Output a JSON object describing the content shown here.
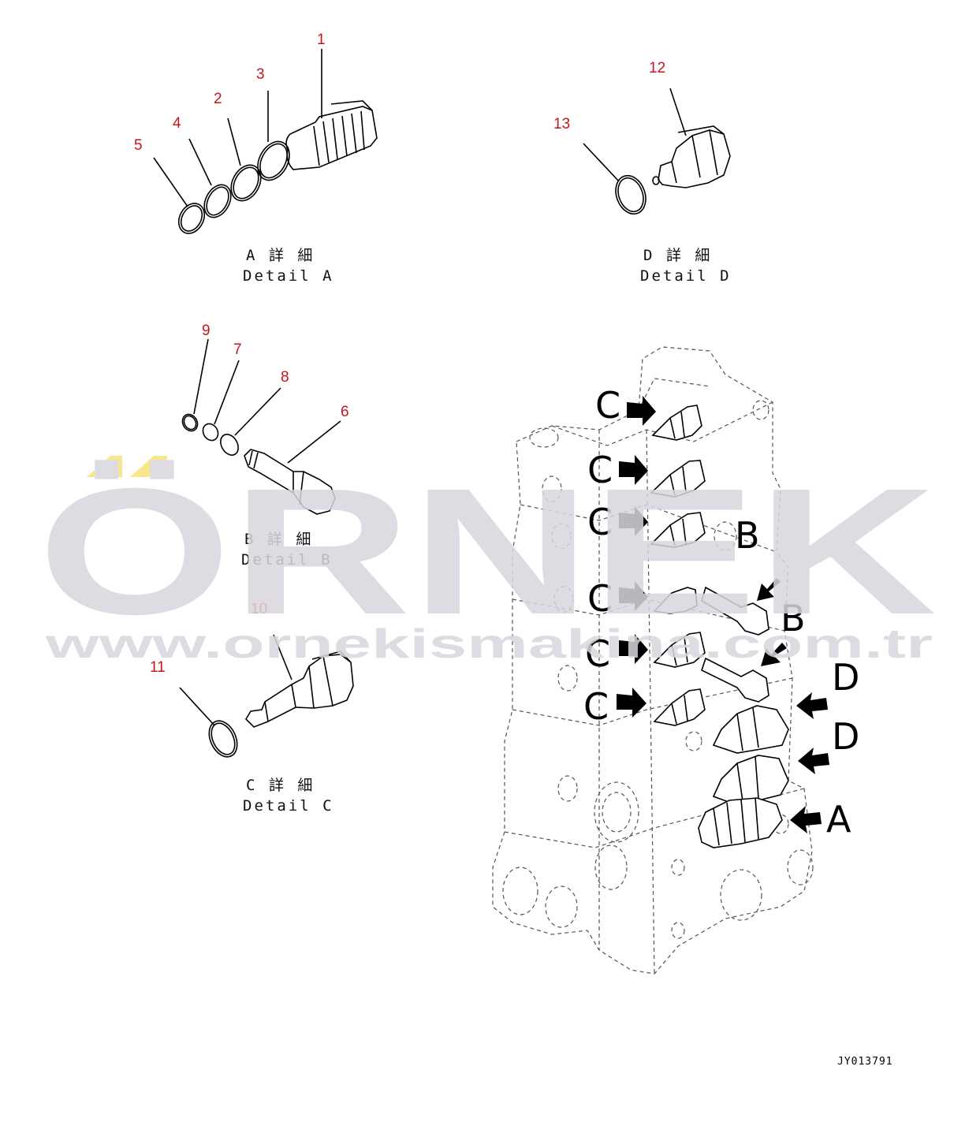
{
  "watermark": {
    "brand": "ÖRNEK",
    "url": "www.ornekismakina.com.tr",
    "accent_color": "#f7e27a",
    "color": "#d9d7dd"
  },
  "callouts": {
    "c1": "1",
    "c2": "2",
    "c3": "3",
    "c4": "4",
    "c5": "5",
    "c6": "6",
    "c7": "7",
    "c8": "8",
    "c9": "9",
    "c10": "10",
    "c11": "11",
    "c12": "12",
    "c13": "13"
  },
  "details": {
    "a": {
      "jp": "A 詳 細",
      "en": "Detail A"
    },
    "b": {
      "jp": "B 詳 細",
      "en": "Detail B"
    },
    "c": {
      "jp": "C 詳 細",
      "en": "Detail C"
    },
    "d": {
      "jp": "D 詳 細",
      "en": "Detail D"
    }
  },
  "assembly_letters": {
    "c_1": "C",
    "c_2": "C",
    "c_3": "C",
    "c_4": "C",
    "c_5": "C",
    "c_6": "C",
    "b_1": "B",
    "b_2": "B",
    "d_1": "D",
    "d_2": "D",
    "a_1": "A"
  },
  "drawing_id": "JY013791",
  "callout_color": "#c4161c"
}
